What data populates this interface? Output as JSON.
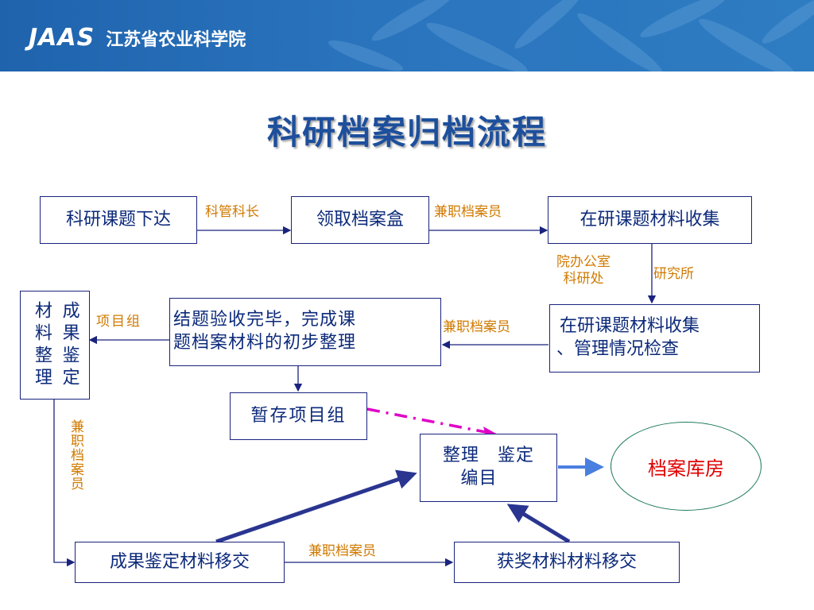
{
  "header": {
    "logo_mark": "JAAS",
    "org_name": "江苏省农业科学院"
  },
  "title": "科研档案归档流程",
  "boxes": {
    "b1": "科研课题下达",
    "b2": "领取档案盒",
    "b3": "在研课题材料收集",
    "b4_line1": "在研课题材料收集",
    "b4_line2": "、管理情况检查",
    "b5_line1": "结题验收完毕，完成课",
    "b5_line2": "题档案材料的初步整理",
    "b6_col1": "成果鉴定",
    "b6_col2": "材料整理",
    "b7": "暂存项目组",
    "b8_line1": "整理　鉴定",
    "b8_line2": "编目",
    "b9": "成果鉴定材料移交",
    "b10": "获奖材料材料移交",
    "archive": "档案库房"
  },
  "labels": {
    "l1": "科管科长",
    "l2": "兼职档案员",
    "l3_line1": "院办公室",
    "l3_line2": "科研处",
    "l4": "研究所",
    "l5": "兼职档案员",
    "l6": "项目组",
    "l7": "兼职档案员",
    "l8": "兼职档案员"
  },
  "colors": {
    "header_blue": "#2a74bd",
    "title_blue": "#1d4f9c",
    "box_text": "#0c2a7a",
    "label_orange": "#d07a00",
    "archive_red": "#e00000",
    "dashed_magenta": "#e000c8",
    "arrow_blue": "#4a7fe0",
    "thick_arrow": "#2a3590"
  }
}
